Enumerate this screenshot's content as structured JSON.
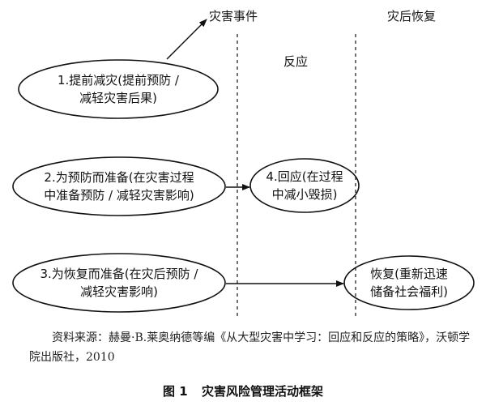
{
  "columns": {
    "during": "灾害事件",
    "response": "反应",
    "after": "灾后恢复"
  },
  "nodes": {
    "n1": {
      "line1": "1.提前减灾(提前预防 /",
      "line2": "减轻灾害后果)"
    },
    "n2": {
      "line1": "2.为预防而准备(在灾害过程",
      "line2": "中准备预防 / 减轻灾害影响)"
    },
    "n3": {
      "line1": "3.为恢复而准备(在灾后预防 /",
      "line2": "减轻灾害影响)"
    },
    "n4": {
      "line1": "4.回应(在过程",
      "line2": "中减小毁损)"
    },
    "n5": {
      "line1": "恢复(重新迅速",
      "line2": "储备社会福利)"
    }
  },
  "source": "资料来源：赫曼·B.莱奥纳德等编《从大型灾害中学习：回应和反应的策略》，沃顿学院出版社，2010",
  "caption": {
    "number": "图 1",
    "title": "灾害风险管理活动框架"
  },
  "colors": {
    "stroke": "#111111",
    "text": "#111111"
  }
}
